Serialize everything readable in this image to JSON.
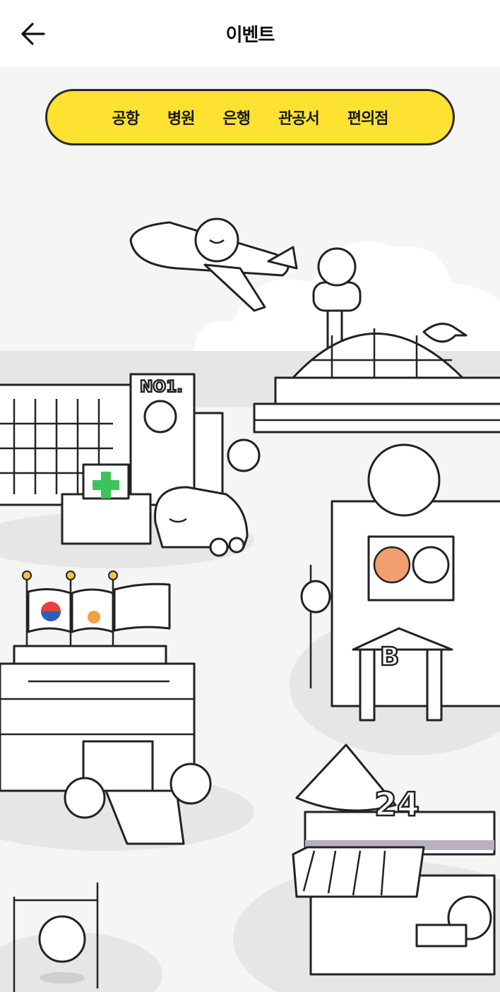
{
  "header": {
    "title": "이벤트",
    "back_icon": "arrow-left-icon"
  },
  "nav": {
    "items": [
      {
        "label": "공항"
      },
      {
        "label": "병원"
      },
      {
        "label": "은행"
      },
      {
        "label": "관공서"
      },
      {
        "label": "편의점"
      }
    ],
    "bg_color": "#fde232"
  },
  "illustration": {
    "hospital_sign": "NO1.",
    "bank_sign": "B",
    "store_sign": "24"
  }
}
